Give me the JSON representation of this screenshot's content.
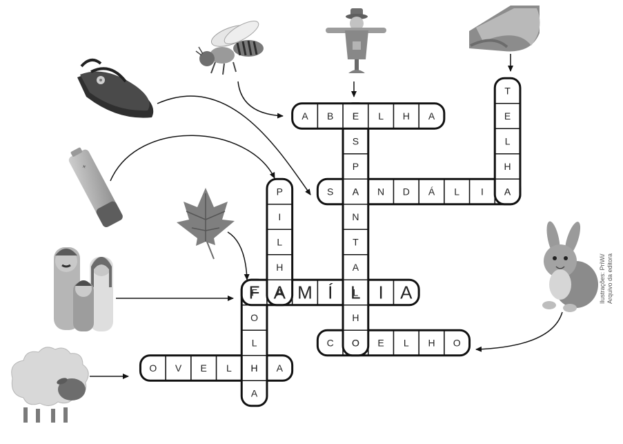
{
  "crossword": {
    "words": [
      {
        "id": "abelha",
        "dir": "across",
        "text": "ABELHA",
        "row": 0,
        "col": 10
      },
      {
        "id": "espantalho",
        "dir": "down",
        "text": "ESPANTALHO",
        "row": 0,
        "col": 12
      },
      {
        "id": "telha",
        "dir": "down",
        "text": "TELHA",
        "row": -1,
        "col": 18
      },
      {
        "id": "sandalia",
        "dir": "across",
        "text": "SANDÁLIA",
        "row": 3,
        "col": 11
      },
      {
        "id": "pilha",
        "dir": "down",
        "text": "PILHA",
        "row": 3,
        "col": 9
      },
      {
        "id": "familia",
        "dir": "across",
        "text": "FAMÍLIA",
        "row": 7,
        "col": 8
      },
      {
        "id": "folha",
        "dir": "down",
        "text": "FOLHA",
        "row": 7,
        "col": 8
      },
      {
        "id": "coelho",
        "dir": "across",
        "text": "COELHO",
        "row": 9,
        "col": 11
      },
      {
        "id": "ovelha",
        "dir": "across",
        "text": "OVELHA",
        "row": 10,
        "col": 4
      }
    ],
    "highlight_word": "familia"
  },
  "pictures": [
    {
      "name": "bee-picture",
      "word": "abelha"
    },
    {
      "name": "scarecrow-picture",
      "word": "espantalho"
    },
    {
      "name": "roof-tile-picture",
      "word": "telha"
    },
    {
      "name": "sandal-picture",
      "word": "sandalia"
    },
    {
      "name": "battery-picture",
      "word": "pilha"
    },
    {
      "name": "leaf-picture",
      "word": "folha"
    },
    {
      "name": "family-picture",
      "word": "familia"
    },
    {
      "name": "rabbit-picture",
      "word": "coelho"
    },
    {
      "name": "sheep-picture",
      "word": "ovelha"
    }
  ],
  "credit": {
    "line1": "Ilustrações: PriWi/",
    "line2": "Arquivo da editora"
  },
  "colors": {
    "outline": "#111111",
    "text": "#222222",
    "arrow": "#111111"
  }
}
